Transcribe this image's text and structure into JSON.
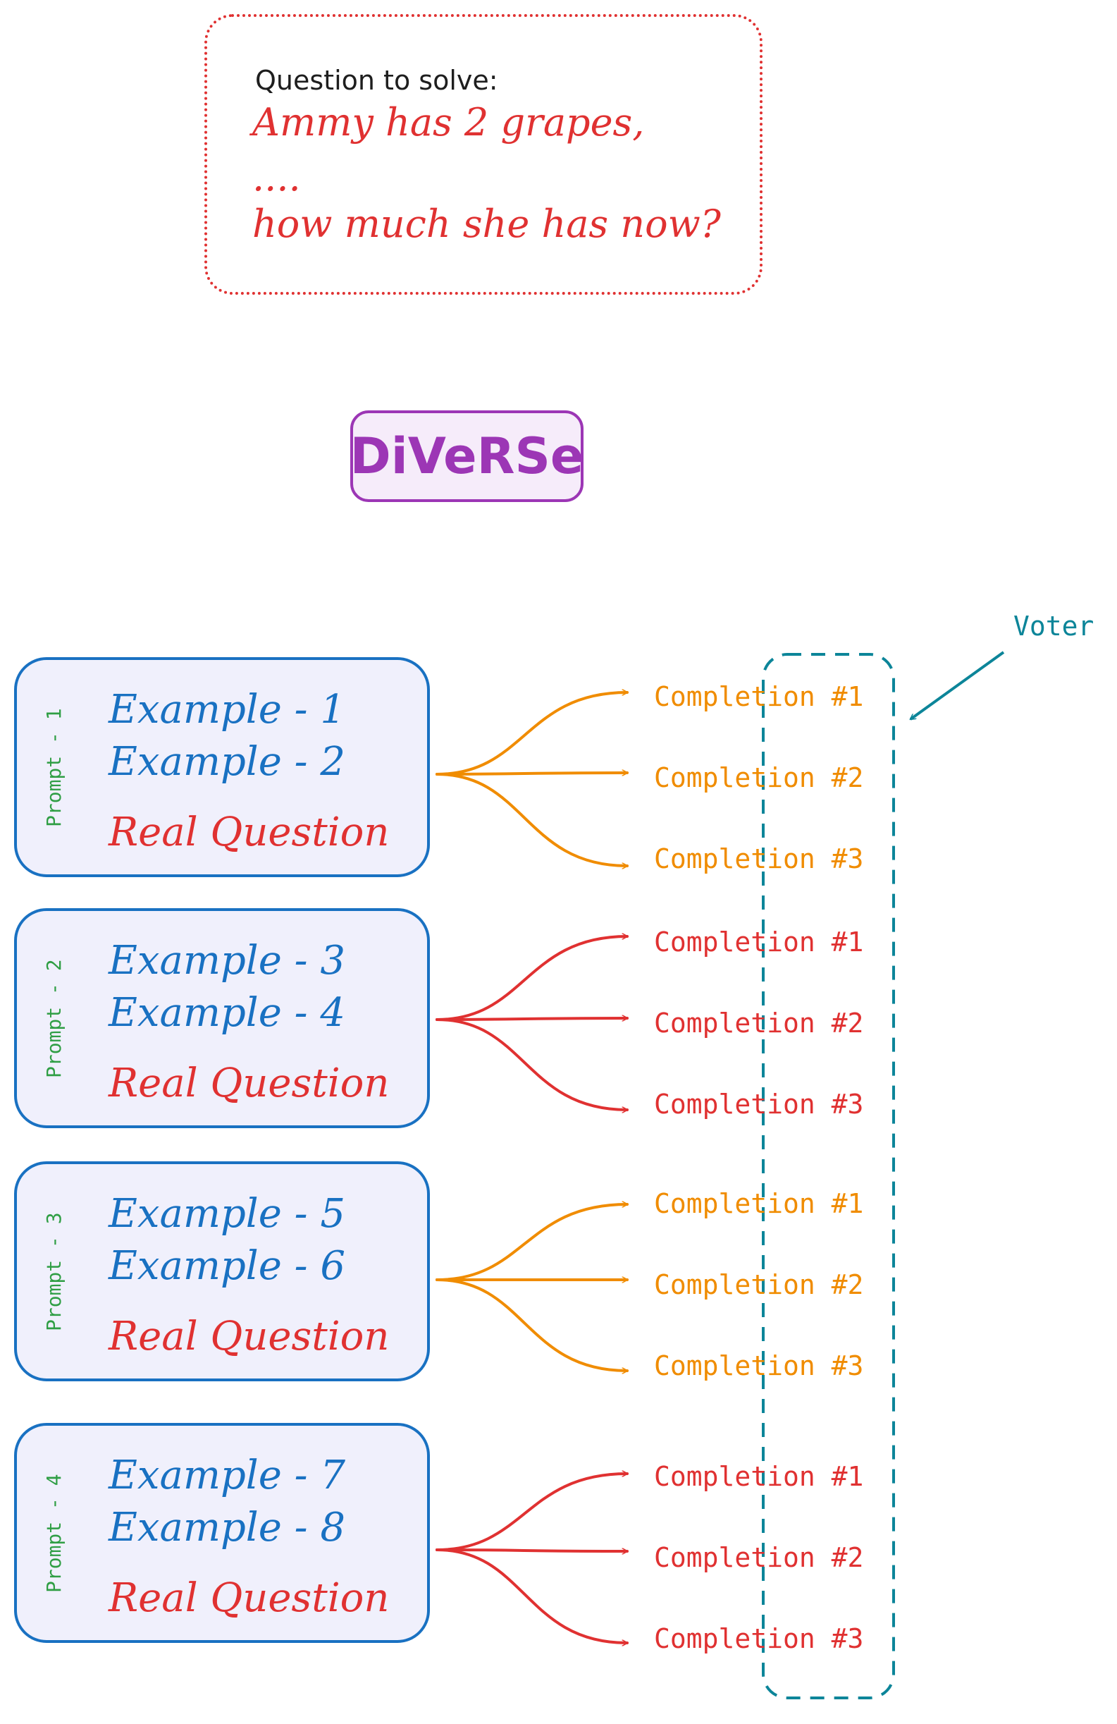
{
  "question": {
    "label": "Question to solve:",
    "lines": [
      "Ammy has 2 grapes,",
      "....",
      "how much she has now?"
    ]
  },
  "method": {
    "label": "DiVeRSe"
  },
  "voter": {
    "label": "Voter"
  },
  "colors": {
    "orange": "#f08c00",
    "red": "#e03131",
    "blue": "#1971c2",
    "green": "#2f9e44",
    "teal": "#0c8599",
    "purple": "#9c36b5"
  },
  "prompts": [
    {
      "label": "Prompt - 1",
      "examples": [
        "Example - 1",
        "Example - 2"
      ],
      "question": "Real Question",
      "completions": [
        "Completion #1",
        "Completion #2",
        "Completion #3"
      ]
    },
    {
      "label": "Prompt - 2",
      "examples": [
        "Example - 3",
        "Example - 4"
      ],
      "question": "Real Question",
      "completions": [
        "Completion #1",
        "Completion #2",
        "Completion #3"
      ]
    },
    {
      "label": "Prompt - 3",
      "examples": [
        "Example - 5",
        "Example - 6"
      ],
      "question": "Real Question",
      "completions": [
        "Completion #1",
        "Completion #2",
        "Completion #3"
      ]
    },
    {
      "label": "Prompt - 4",
      "examples": [
        "Example - 7",
        "Example - 8"
      ],
      "question": "Real Question",
      "completions": [
        "Completion #1",
        "Completion #2",
        "Completion #3"
      ]
    }
  ]
}
